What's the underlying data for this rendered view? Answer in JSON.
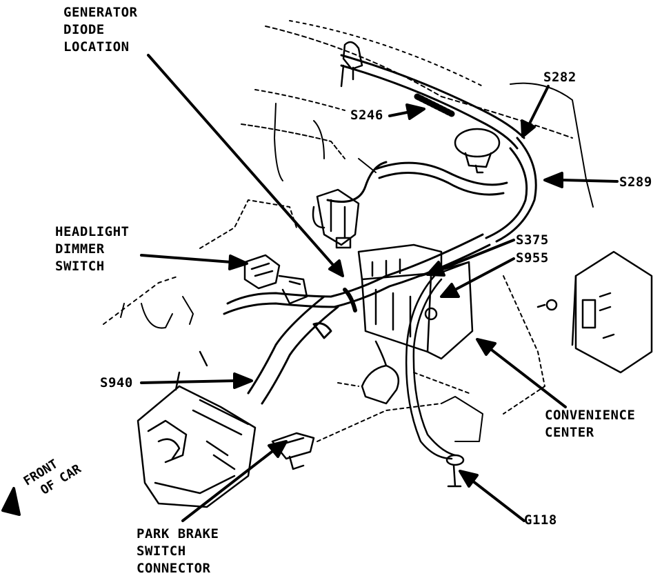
{
  "labels": {
    "generator": [
      "GENERATOR",
      "DIODE",
      "LOCATION"
    ],
    "s246": "S246",
    "s282": "S282",
    "s289": "S289",
    "headlight": [
      "HEADLIGHT",
      "DIMMER",
      "SWITCH"
    ],
    "s375": "S375",
    "s955": "S955",
    "s940": "S940",
    "convenience": [
      "CONVENIENCE",
      "CENTER"
    ],
    "front": [
      "FRONT",
      "OF CAR"
    ],
    "g118": "G118",
    "parkbrake": [
      "PARK BRAKE",
      "SWITCH",
      "CONNECTOR"
    ]
  },
  "colors": {
    "ink": "#000000",
    "paper": "#ffffff"
  }
}
